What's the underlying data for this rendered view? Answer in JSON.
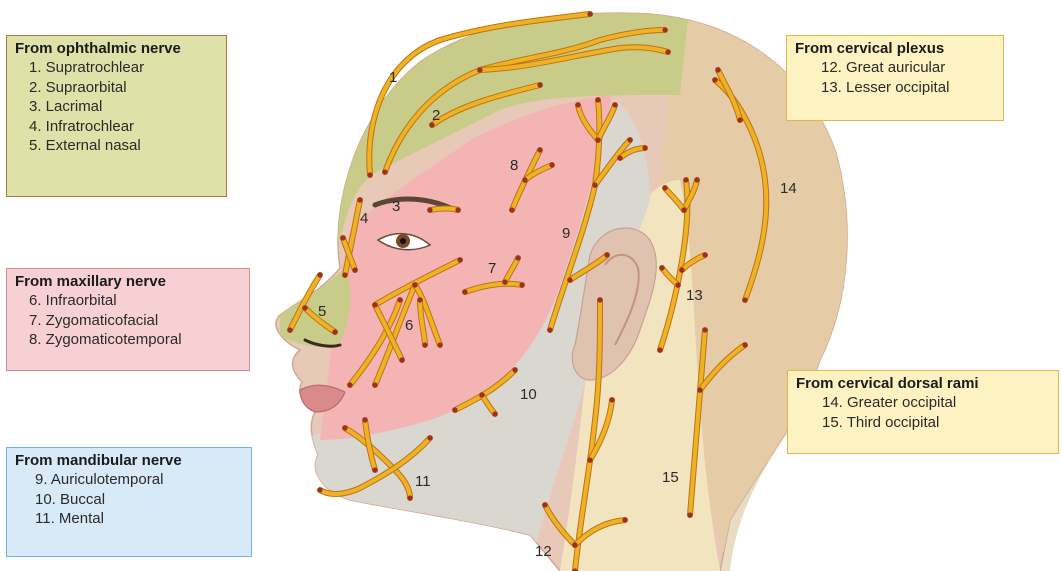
{
  "legend": {
    "ophthalmic": {
      "title": "From ophthalmic nerve",
      "items": [
        "1. Supratrochlear",
        "2. Supraorbital",
        "3. Lacrimal",
        "4. Infratrochlear",
        "5. External nasal"
      ]
    },
    "maxillary": {
      "title": "From maxillary nerve",
      "items": [
        "6. Infraorbital",
        "7. Zygomaticofacial",
        "8. Zygomaticotemporal"
      ]
    },
    "mandibular": {
      "title": "From mandibular nerve",
      "items": [
        "9. Auriculotemporal",
        "10. Buccal",
        "11. Mental"
      ]
    },
    "cervical_plexus": {
      "title": "From cervical plexus",
      "items": [
        "12. Great auricular",
        "13. Lesser occipital"
      ]
    },
    "dorsal_rami": {
      "title": "From cervical dorsal rami",
      "items": [
        "14. Greater occipital",
        "15. Third occipital"
      ]
    }
  },
  "markers": [
    "1",
    "2",
    "3",
    "4",
    "5",
    "6",
    "7",
    "8",
    "9",
    "10",
    "11",
    "12",
    "13",
    "14",
    "15"
  ],
  "colors": {
    "nerve": "#f0b223",
    "nerve_outline": "#b8741a",
    "nerve_tip": "#a0301e",
    "ophthalmic_region": "#c9cc88",
    "maxillary_region": "#f4b4b4",
    "mandibular_region": "#dad6d0",
    "cervical_region": "#f2e4be",
    "occipital_region": "#e6cca6",
    "skin": "#e8c9b8"
  }
}
